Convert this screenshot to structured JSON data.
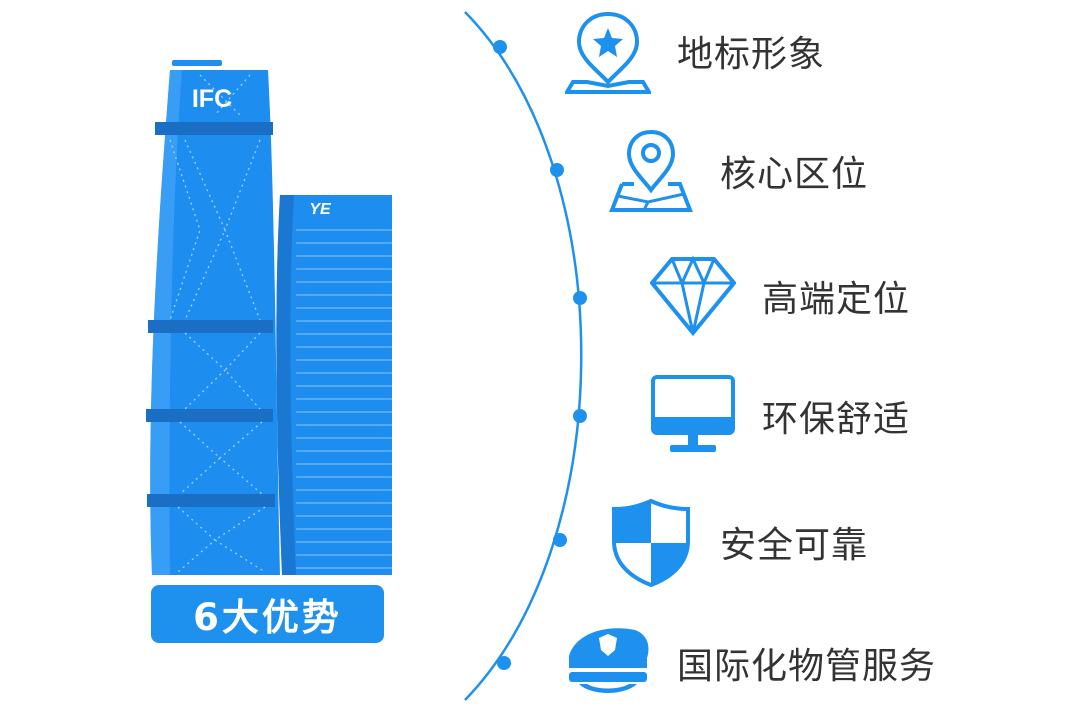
{
  "colors": {
    "accent": "#1e90ee",
    "accent_dark": "#1a6fc4",
    "text": "#333333"
  },
  "towers": {
    "left_sign": "IFC",
    "right_sign": "YE"
  },
  "badge": {
    "label": "6大优势"
  },
  "advantages": [
    {
      "label": "地标形象",
      "icon": "location-star-icon"
    },
    {
      "label": "核心区位",
      "icon": "map-pin-icon"
    },
    {
      "label": "高端定位",
      "icon": "diamond-icon"
    },
    {
      "label": "环保舒适",
      "icon": "monitor-icon"
    },
    {
      "label": "安全可靠",
      "icon": "shield-icon"
    },
    {
      "label": "国际化物管服务",
      "icon": "police-cap-icon"
    }
  ]
}
